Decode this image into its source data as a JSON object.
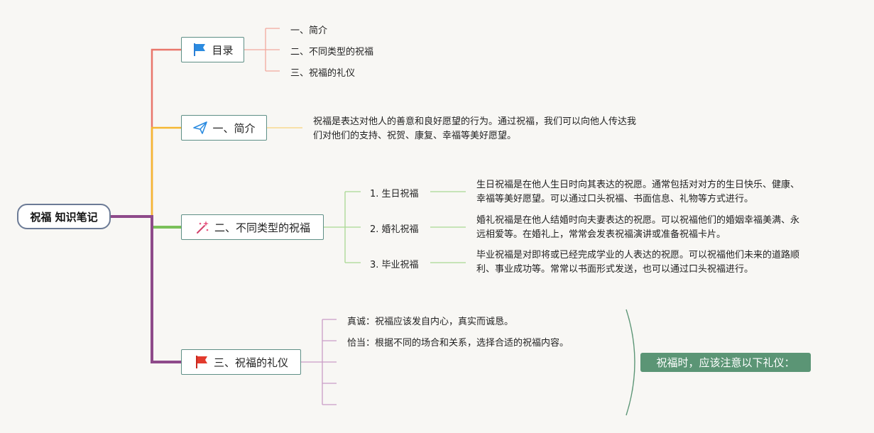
{
  "root": {
    "title": "祝福 知识笔记"
  },
  "branches": {
    "toc": {
      "label": "目录",
      "icon": "blue-flag-icon",
      "items": [
        "一、简介",
        "二、不同类型的祝福",
        "三、祝福的礼仪"
      ]
    },
    "intro": {
      "label": "一、简介",
      "icon": "paper-plane-icon",
      "lines": [
        "祝福是表达对他人的善意和良好愿望的行为。通过祝福，我们可以向他人传达我",
        "们对他们的支持、祝贺、康复、幸福等美好愿望。"
      ]
    },
    "types": {
      "label": "二、不同类型的祝福",
      "icon": "magic-wand-icon",
      "subs": [
        {
          "label": "1. 生日祝福",
          "lines": [
            "生日祝福是在他人生日时向其表达的祝愿。通常包括对对方的生日快乐、健康、",
            "幸福等美好愿望。可以通过口头祝福、书面信息、礼物等方式进行。"
          ]
        },
        {
          "label": "2. 婚礼祝福",
          "lines": [
            "婚礼祝福是在他人结婚时向夫妻表达的祝愿。可以祝福他们的婚姻幸福美满、永",
            "远相爱等。在婚礼上，常常会发表祝福演讲或准备祝福卡片。"
          ]
        },
        {
          "label": "3. 毕业祝福",
          "lines": [
            "毕业祝福是对即将或已经完成学业的人表达的祝愿。可以祝福他们未来的道路顺",
            "利、事业成功等。常常以书面形式发送，也可以通过口头祝福进行。"
          ]
        }
      ]
    },
    "etiquette": {
      "label": "三、祝福的礼仪",
      "icon": "red-flag-icon",
      "items": [
        "真诚：祝福应该发自内心，真实而诚恳。",
        "恰当：根据不同的场合和关系，选择合适的祝福内容。"
      ],
      "summary": "祝福时，应该注意以下礼仪："
    }
  },
  "colors": {
    "toc_branch": "#e9766b",
    "intro_branch": "#f5b731",
    "types_branch": "#7ac05a",
    "etiquette_branch": "#8e4a8a",
    "node_border": "#5e8f86",
    "summary_bg": "#5b9575"
  }
}
